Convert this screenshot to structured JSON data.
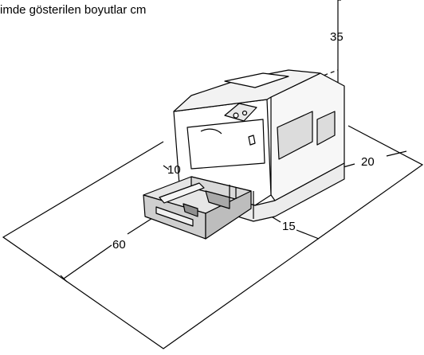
{
  "caption": "imde gösterilen boyutlar cm",
  "dimensions": {
    "top": "35",
    "right": "20",
    "left": "10",
    "front": "15",
    "tray": "60"
  }
}
